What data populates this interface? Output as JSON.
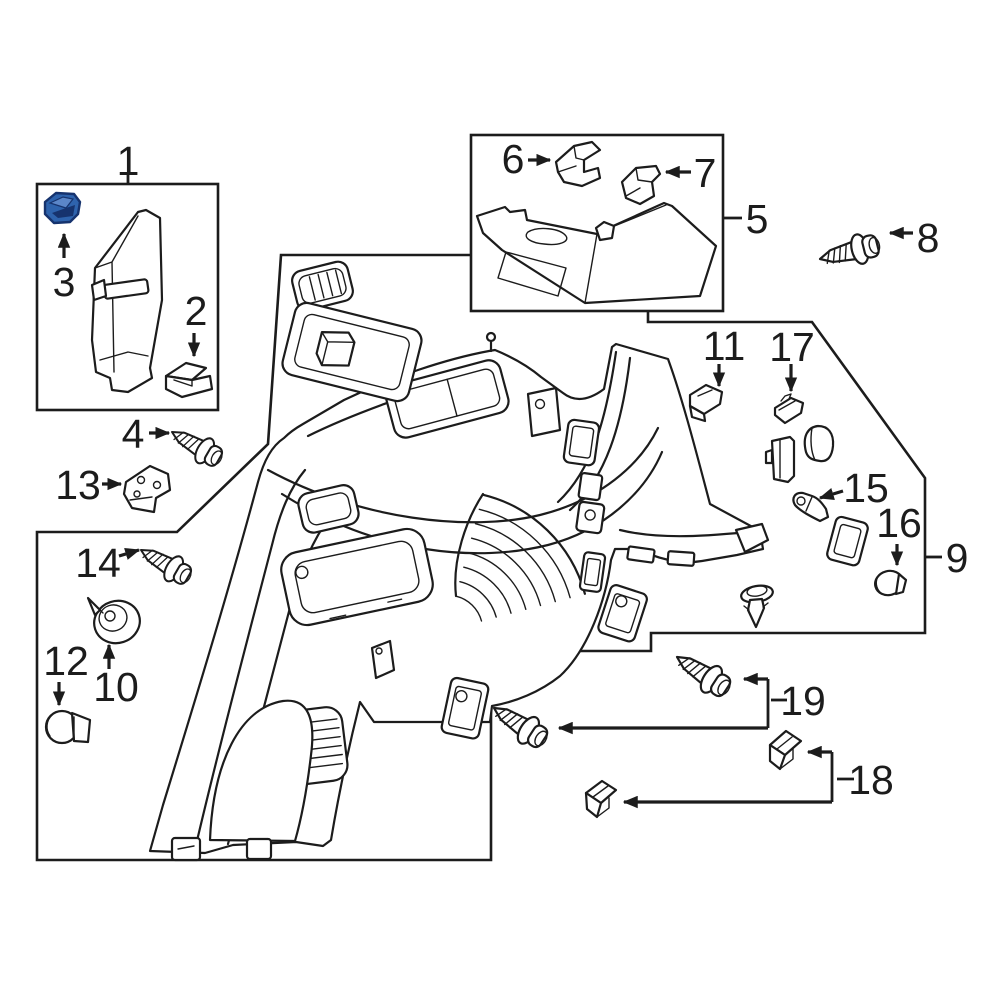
{
  "figure": {
    "type": "exploded-parts-diagram",
    "subject": "vehicle-quarter-panel-interior-trim",
    "highlighted_callout": "3"
  },
  "colors": {
    "background": "#ffffff",
    "line": "#1c1c1c",
    "hl-fill": "#2e63ad",
    "hl-dark": "#16336e",
    "hl-light": "#5b86c8"
  },
  "callouts": {
    "1": "1",
    "2": "2",
    "3": "3",
    "4": "4",
    "5": "5",
    "6": "6",
    "7": "7",
    "8": "8",
    "9": "9",
    "10": "10",
    "11": "11",
    "12": "12",
    "13": "13",
    "14": "14",
    "15": "15",
    "16": "16",
    "17": "17",
    "18": "18",
    "19": "19"
  }
}
